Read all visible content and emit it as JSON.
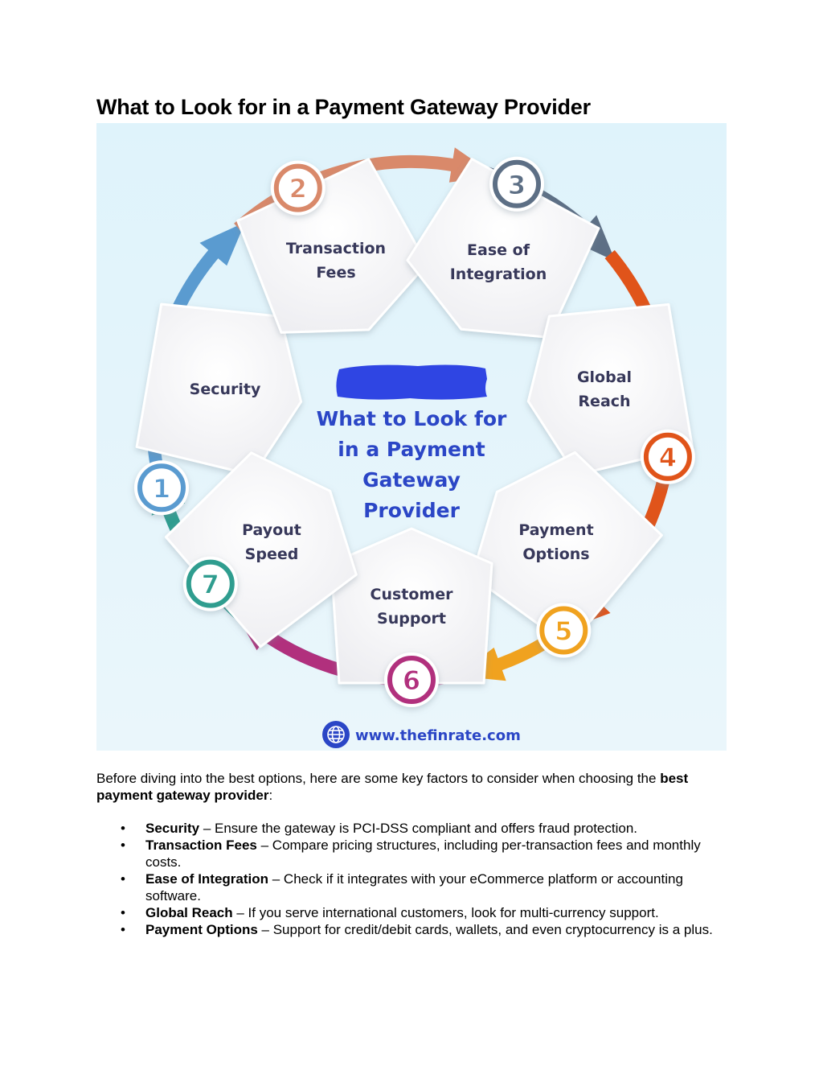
{
  "page": {
    "title": "What to Look for in a Payment Gateway Provider"
  },
  "infographic": {
    "center_title_lines": [
      "What to Look for",
      "in a Payment",
      "Gateway",
      "Provider"
    ],
    "website": "www.thefinrate.com",
    "steps": [
      {
        "number": "1",
        "lines": [
          "Security"
        ],
        "color": "#5a9bd0"
      },
      {
        "number": "2",
        "lines": [
          "Transaction",
          "Fees"
        ],
        "color": "#d9896a"
      },
      {
        "number": "3",
        "lines": [
          "Ease of",
          "Integration"
        ],
        "color": "#5d6f85"
      },
      {
        "number": "4",
        "lines": [
          "Global",
          "Reach"
        ],
        "color": "#e0541a"
      },
      {
        "number": "5",
        "lines": [
          "Payment",
          "Options"
        ],
        "color": "#f0a21f"
      },
      {
        "number": "6",
        "lines": [
          "Customer",
          "Support"
        ],
        "color": "#b1307d"
      },
      {
        "number": "7",
        "lines": [
          "Payout",
          "Speed"
        ],
        "color": "#2f9d8f"
      }
    ],
    "colors": {
      "background": "#e2f3fb",
      "title_blue": "#2b46c6",
      "highlight_blue": "#2f45e3",
      "label_navy": "#37385a"
    }
  },
  "intro": {
    "text": "Before diving into the best options, here are some key factors to consider when choosing the ",
    "bold": "best payment gateway provider",
    "end": ":"
  },
  "factors": [
    {
      "bullet": "•",
      "title": "Security",
      "text": " – Ensure the gateway is PCI-DSS compliant and offers fraud protection."
    },
    {
      "bullet": "•",
      "title": "Transaction Fees",
      "text": " – Compare pricing structures, including per-transaction fees and monthly costs."
    },
    {
      "bullet": "•",
      "title": "Ease of Integration",
      "text": " – Check if it integrates with your eCommerce platform or accounting software."
    },
    {
      "bullet": "•",
      "title": "Global Reach",
      "text": " – If you serve international customers, look for multi-currency support."
    },
    {
      "bullet": "•",
      "title": "Payment Options",
      "text": " – Support for credit/debit cards, wallets, and even cryptocurrency is a plus."
    }
  ]
}
